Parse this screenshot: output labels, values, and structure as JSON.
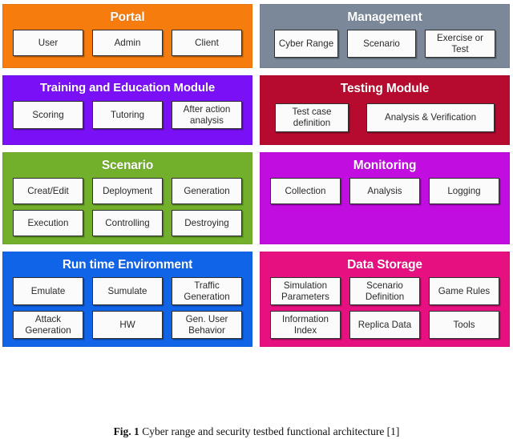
{
  "figure": {
    "caption_label": "Fig. 1",
    "caption_text": "Cyber range and security testbed functional architecture [1]"
  },
  "modules": [
    {
      "id": "portal",
      "title": "Portal",
      "color": "#F57C0D",
      "rows": [
        [
          {
            "label": "User"
          },
          {
            "label": "Admin"
          },
          {
            "label": "Client"
          }
        ]
      ]
    },
    {
      "id": "management",
      "title": "Management",
      "color": "#7A8899",
      "rows": [
        [
          {
            "label": "Cyber Range"
          },
          {
            "label": "Scenario"
          },
          {
            "label": "Exercise or Test"
          }
        ]
      ]
    },
    {
      "id": "training-and-education-module",
      "title": "Training and Education Module",
      "color": "#7A10F5",
      "rows": [
        [
          {
            "label": "Scoring"
          },
          {
            "label": "Tutoring"
          },
          {
            "label": "After action analysis"
          }
        ]
      ]
    },
    {
      "id": "testing-module",
      "title": "Testing Module",
      "color": "#B60B2E",
      "rows": [
        [
          {
            "label": "Test case definition"
          },
          {
            "label": "Analysis & Verification"
          }
        ]
      ]
    },
    {
      "id": "scenario",
      "title": "Scenario",
      "color": "#72B02C",
      "rows": [
        [
          {
            "label": "Creat/Edit"
          },
          {
            "label": "Deployment"
          },
          {
            "label": "Generation"
          }
        ],
        [
          {
            "label": "Execution"
          },
          {
            "label": "Controlling"
          },
          {
            "label": "Destroying"
          }
        ]
      ]
    },
    {
      "id": "monitoring",
      "title": "Monitoring",
      "color": "#C20DE0",
      "rows": [
        [
          {
            "label": "Collection"
          },
          {
            "label": "Analysis"
          },
          {
            "label": "Logging"
          }
        ]
      ]
    },
    {
      "id": "run-time-environment",
      "title": "Run time Environment",
      "color": "#1064E8",
      "rows": [
        [
          {
            "label": "Emulate"
          },
          {
            "label": "Sumulate"
          },
          {
            "label": "Traffic Generation"
          }
        ],
        [
          {
            "label": "Attack Generation"
          },
          {
            "label": "HW"
          },
          {
            "label": "Gen. User Behavior"
          }
        ]
      ]
    },
    {
      "id": "data-storage",
      "title": "Data Storage",
      "color": "#E61080",
      "rows": [
        [
          {
            "label": "Simulation Parameters"
          },
          {
            "label": "Scenario Definition"
          },
          {
            "label": "Game Rules"
          }
        ],
        [
          {
            "label": "Information Index"
          },
          {
            "label": "Replica Data"
          },
          {
            "label": "Tools"
          }
        ]
      ]
    }
  ]
}
